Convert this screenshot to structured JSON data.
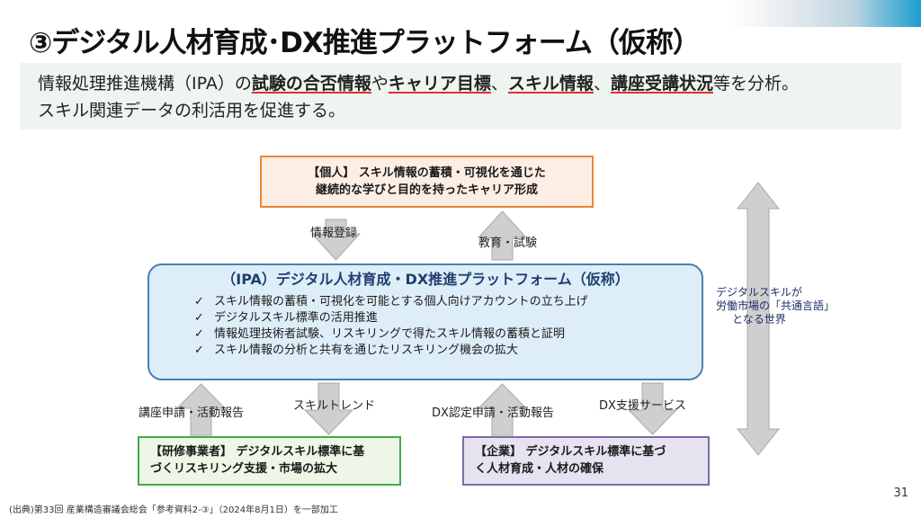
{
  "header": {
    "title": "③デジタル人材育成･DX推進プラットフォーム（仮称）"
  },
  "summary": {
    "line1_parts": [
      {
        "text": "情報処理推進機構（IPA）の",
        "hl": false
      },
      {
        "text": "試験の合否情報",
        "hl": true
      },
      {
        "text": "や",
        "hl": false
      },
      {
        "text": "キャリア目標",
        "hl": true
      },
      {
        "text": "、",
        "hl": false
      },
      {
        "text": "スキル情報",
        "hl": true
      },
      {
        "text": "、",
        "hl": false
      },
      {
        "text": "講座受講状況",
        "hl": true
      },
      {
        "text": "等を分析。",
        "hl": false
      }
    ],
    "line2": "スキル関連データの利活用を促進する。"
  },
  "individual": {
    "line1": "【個人】 スキル情報の蓄積・可視化を通じた",
    "line2": "継続的な学びと目的を持ったキャリア形成"
  },
  "platform": {
    "title": "（IPA）デジタル人材育成・DX推進プラットフォーム（仮称）",
    "check_symbol": "✓",
    "items": [
      "スキル情報の蓄積・可視化を可能とする個人向けアカウントの立ち上げ",
      "デジタルスキル標準の活用推進",
      "情報処理技術者試験、リスキリングで得たスキル情報の蓄積と証明",
      "スキル情報の分析と共有を通じたリスキリング機会の拡大"
    ]
  },
  "training": {
    "line1": "【研修事業者】 デジタルスキル標準に基",
    "line2": "づくリスキリング支援・市場の拡大"
  },
  "company": {
    "line1": "【企業】 デジタルスキル標準に基づ",
    "line2": "く人材育成・人材の確保"
  },
  "arrow_labels": {
    "info_register": "情報登録",
    "education_exam": "教育・試験",
    "course_apply": "講座申請・活動報告",
    "skill_trend": "スキルトレンド",
    "dx_cert": "DX認定申請・活動報告",
    "dx_support": "DX支援サービス"
  },
  "side_note": {
    "line1": "デジタルスキルが",
    "line2": "労働市場の「共通言語」",
    "line3": "となる世界"
  },
  "footnote": "(出典)第33回 産業構造審議会総会「参考資料2-③」（2024年8月1日）を一部加工",
  "page_number": "31",
  "colors": {
    "arrow_fill": "#cfcfcf",
    "arrow_stroke": "#a8a8a8",
    "individual_border": "#ef8534",
    "platform_border": "#4a7fb0",
    "training_border": "#3eac4a",
    "company_border": "#7f6aa4",
    "underline": "#e03030",
    "accent": "#1a9ed0"
  }
}
